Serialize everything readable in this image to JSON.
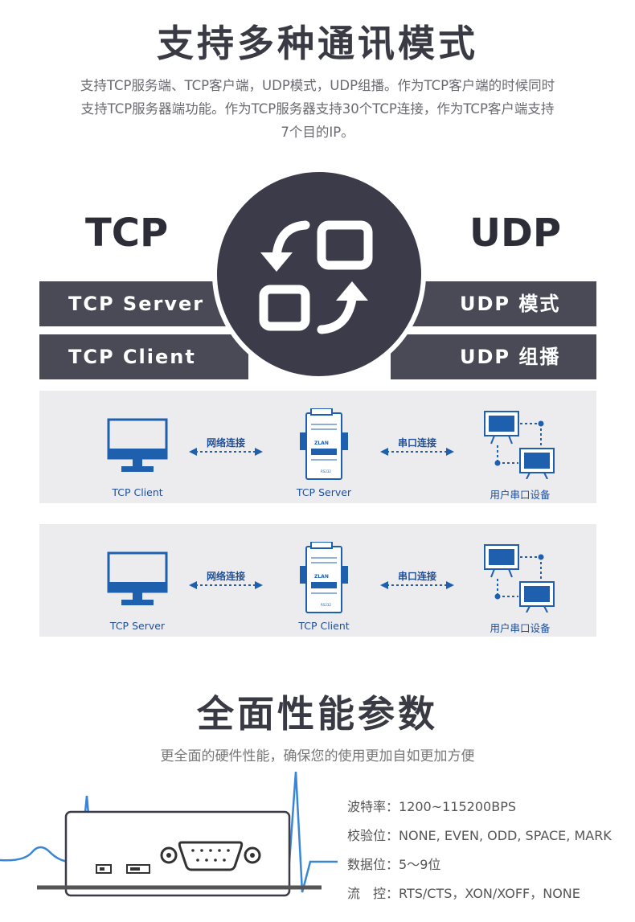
{
  "section1": {
    "title": "支持多种通讯模式",
    "intro_lines": [
      "支持TCP服务端、TCP客户端，UDP模式，UDP组播。作为TCP客户端的时候同时",
      "支持TCP服务器端功能。作为TCP服务器支持30个TCP连接，作为TCP客户端支持",
      "7个目的IP。"
    ],
    "left_heading": "TCP",
    "right_heading": "UDP",
    "left_modes": [
      "TCP Server",
      "TCP Client"
    ],
    "right_modes": [
      "UDP 模式",
      "UDP 组播"
    ],
    "center_icon": "swap-arrows-icon"
  },
  "diagrams": [
    {
      "left_label": "TCP Client",
      "middle_label": "TCP Server",
      "right_label": "用户串口设备",
      "link1_label": "网络连接",
      "link2_label": "串口连接"
    },
    {
      "left_label": "TCP Server",
      "middle_label": "TCP Client",
      "right_label": "用户串口设备",
      "link1_label": "网络连接",
      "link2_label": "串口连接"
    }
  ],
  "device_text": {
    "brand": "ZLAN",
    "port": "RS232"
  },
  "section2": {
    "title": "全面性能参数",
    "subtitle": "更全面的硬件性能，确保您的使用更加自如更加方便",
    "specs": [
      {
        "label": "波特率：",
        "value": "1200~115200BPS"
      },
      {
        "label": "校验位：",
        "value": "NONE, EVEN, ODD, SPACE, MARK"
      },
      {
        "label": "数据位：",
        "value": "5～9位"
      },
      {
        "label": "流　控：",
        "value": "RTS/CTS，XON/XOFF，NONE"
      }
    ]
  },
  "colors": {
    "dark": "#3b3b49",
    "bar": "#4a4a56",
    "blue": "#1e5fae",
    "panel": "#ececee",
    "wave": "#3a86d6"
  }
}
